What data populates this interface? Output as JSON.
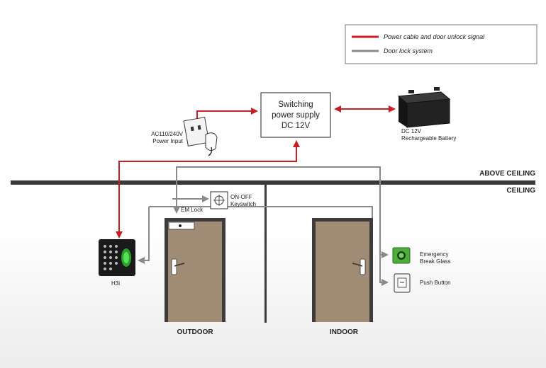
{
  "legend": {
    "power_cable": "Power cable and door unlock signal",
    "door_lock": "Door lock system"
  },
  "colors": {
    "power": "#c62026",
    "lock": "#8a8a8a",
    "ceiling": "#3a3a3a",
    "door": "#a08b74",
    "door_frame": "#3c3c3c",
    "glass_green": "#4caf3a"
  },
  "psu": {
    "line1": "Switching",
    "line2": "power supply",
    "line3": "DC 12V"
  },
  "power_input": {
    "line1": "AC110/240V",
    "line2": "Power Input"
  },
  "battery": {
    "line1": "DC 12V",
    "line2": "Rechargeable Battery"
  },
  "ceiling": {
    "above": "ABOVE CEILING",
    "label": "CEILING"
  },
  "keyswitch": {
    "line1": "ON-OFF",
    "line2": "Keyswitch"
  },
  "em_lock": "EM Lock",
  "reader": "H3i",
  "break_glass": {
    "line1": "Emergency",
    "line2": "Break Glass"
  },
  "push_button": "Push Button",
  "zones": {
    "outdoor": "OUTDOOR",
    "indoor": "INDOOR"
  }
}
